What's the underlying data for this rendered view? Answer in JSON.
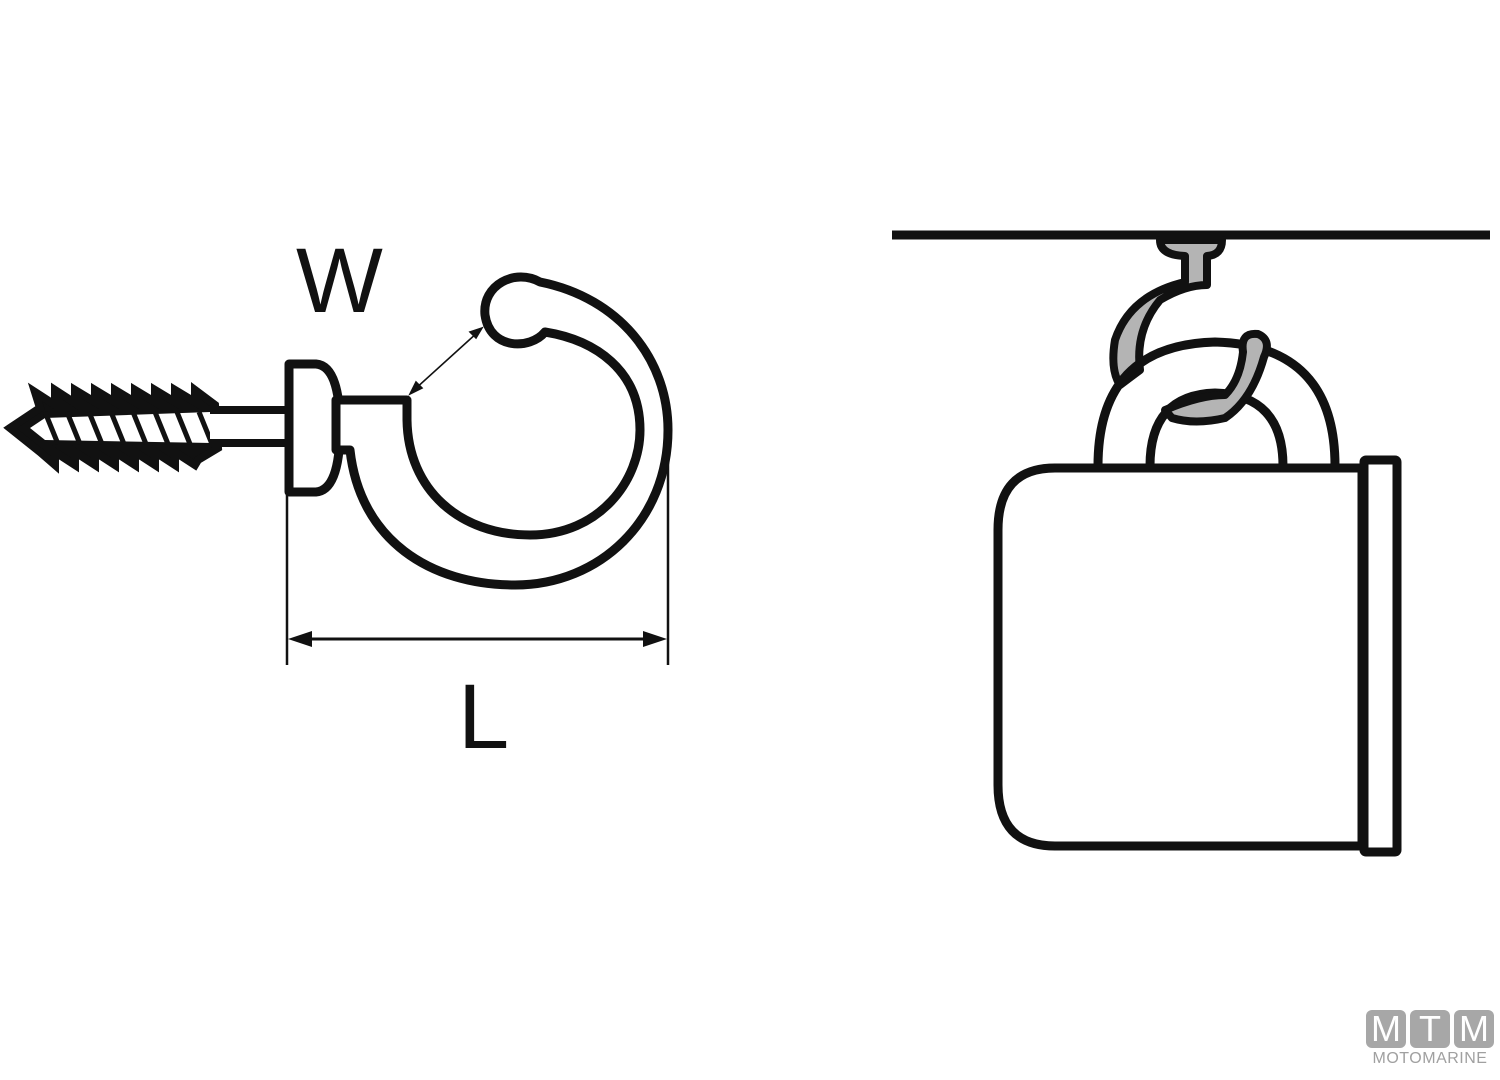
{
  "diagram": {
    "left_figure": {
      "description": "cup hook with screw shank, dimensioned",
      "labels": {
        "width": "W",
        "length": "L"
      }
    },
    "right_figure": {
      "description": "cup hook screwed into ceiling holding a mug by its handle"
    },
    "colors": {
      "stroke": "#111111",
      "hook_fill_gray": "#b4b4b4",
      "background": "#ffffff"
    }
  },
  "logo": {
    "letters": [
      "M",
      "T",
      "M"
    ],
    "subtitle": "MOTOMARINE",
    "color": "#a7a7a7"
  }
}
